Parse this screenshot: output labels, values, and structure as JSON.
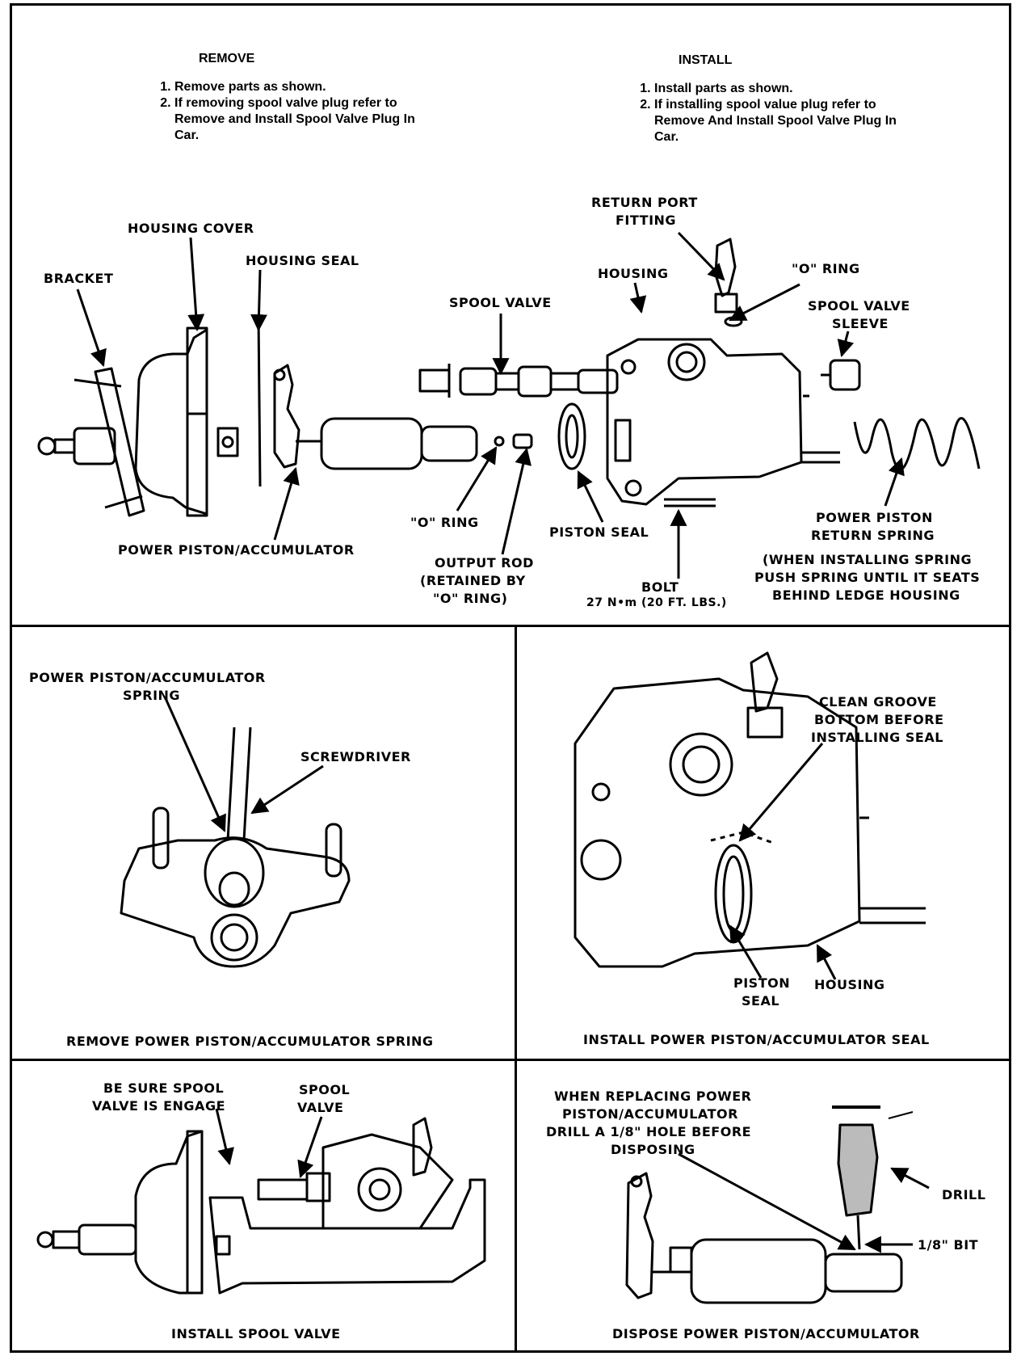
{
  "remove": {
    "heading": "REMOVE",
    "steps": [
      "Remove parts as shown.",
      "If removing spool valve plug refer to Remove and Install Spool Valve Plug In Car."
    ]
  },
  "install": {
    "heading": "INSTALL",
    "steps": [
      "Install parts as shown.",
      "If installing spool value plug refer to Remove And Install Spool Valve Plug In Car."
    ]
  },
  "main_labels": {
    "housing_cover": "HOUSING COVER",
    "housing_seal": "HOUSING SEAL",
    "bracket": "BRACKET",
    "spool_valve": "SPOOL VALVE",
    "return_port_fitting_1": "RETURN PORT",
    "return_port_fitting_2": "FITTING",
    "housing": "HOUSING",
    "o_ring_top": "\"O\" RING",
    "spool_valve_sleeve_1": "SPOOL VALVE",
    "spool_valve_sleeve_2": "SLEEVE",
    "o_ring_bottom": "\"O\" RING",
    "piston_seal": "PISTON SEAL",
    "power_piston_accumulator": "POWER PISTON/ACCUMULATOR",
    "output_rod_1": "OUTPUT ROD",
    "output_rod_2": "(RETAINED BY",
    "output_rod_3": "\"O\" RING)",
    "bolt_1": "BOLT",
    "bolt_2": "27 N•m (20 FT. LBS.)",
    "return_spring_1": "POWER PISTON",
    "return_spring_2": "RETURN SPRING",
    "note_1": "(WHEN INSTALLING SPRING",
    "note_2": "PUSH SPRING UNTIL IT SEATS",
    "note_3": "BEHIND LEDGE HOUSING"
  },
  "panel_remove_spring": {
    "label_1": "POWER PISTON/ACCUMULATOR",
    "label_2": "SPRING",
    "screwdriver": "SCREWDRIVER",
    "caption": "REMOVE POWER PISTON/ACCUMULATOR SPRING"
  },
  "panel_install_seal": {
    "clean_1": "CLEAN GROOVE",
    "clean_2": "BOTTOM BEFORE",
    "clean_3": "INSTALLING SEAL",
    "piston_1": "PISTON",
    "piston_2": "SEAL",
    "housing": "HOUSING",
    "caption": "INSTALL POWER PISTON/ACCUMULATOR SEAL"
  },
  "panel_install_spool": {
    "be_sure_1": "BE SURE SPOOL",
    "be_sure_2": "VALVE IS ENGAGE",
    "spool_1": "SPOOL",
    "spool_2": "VALVE",
    "caption": "INSTALL SPOOL VALVE"
  },
  "panel_dispose": {
    "when_1": "WHEN REPLACING POWER",
    "when_2": "PISTON/ACCUMULATOR",
    "when_3": "DRILL A 1/8\" HOLE BEFORE",
    "when_4": "DISPOSING",
    "drill": "DRILL",
    "bit": "1/8\" BIT",
    "caption": "DISPOSE POWER PISTON/ACCUMULATOR"
  }
}
